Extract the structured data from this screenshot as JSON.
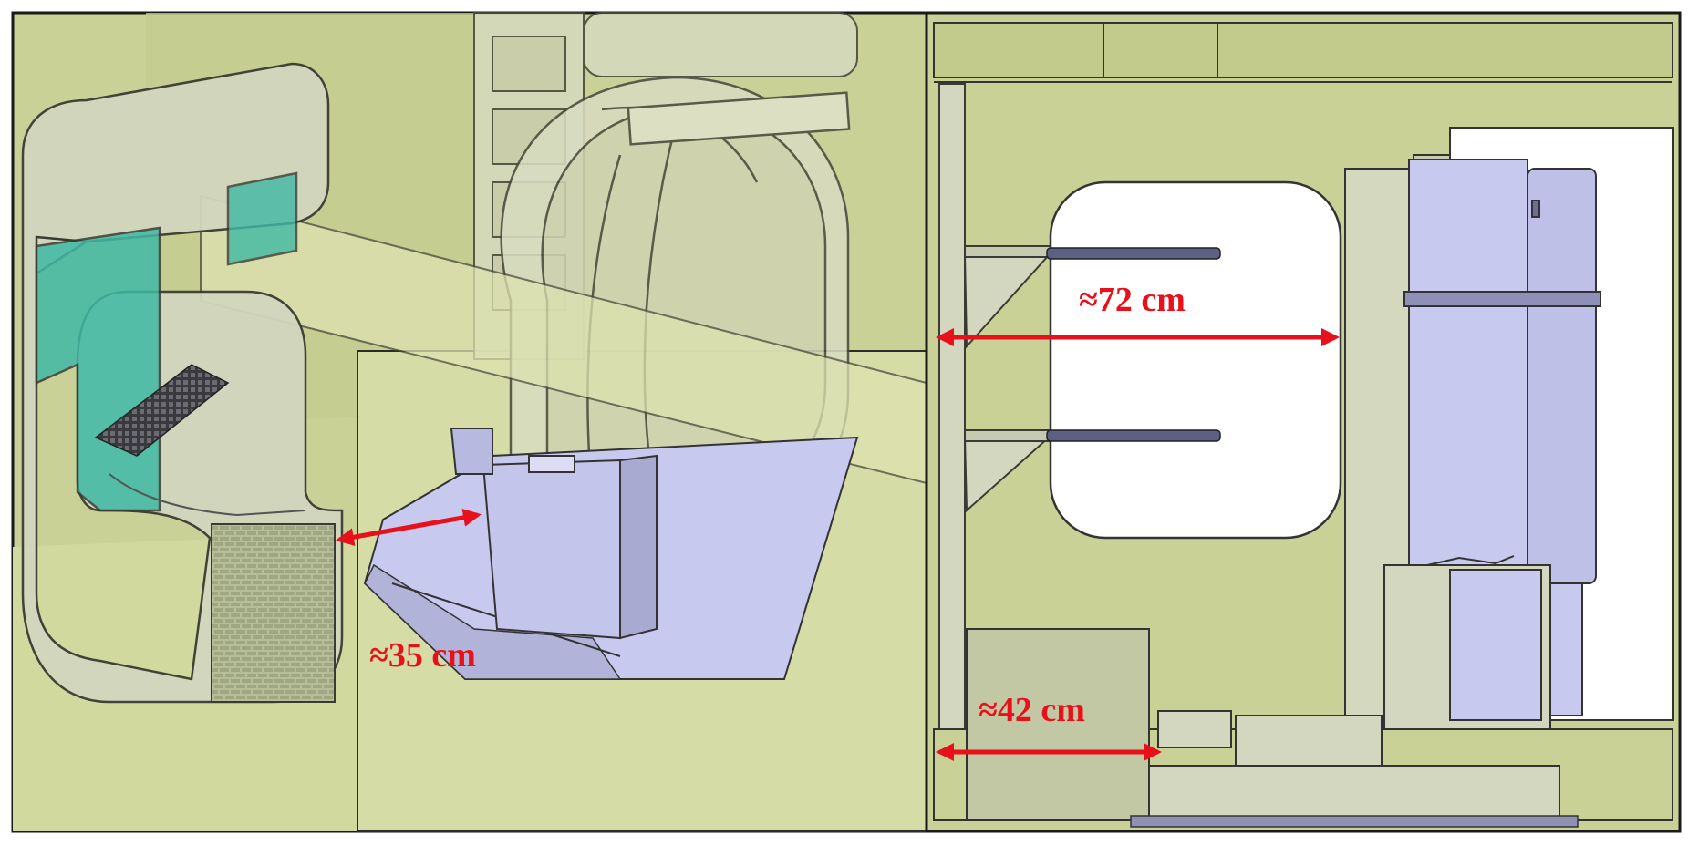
{
  "figure": {
    "left_panel": {
      "dimension_label": "≈35 cm"
    },
    "right_panel": {
      "top_dimension_label": "≈72 cm",
      "bottom_dimension_label": "≈42 cm"
    }
  },
  "colors": {
    "wall_olive": "#c9d197",
    "wall_olive_dark": "#b7c07d",
    "gantry_gray": "#d4d8be",
    "couch_lavender": "#c8c9ee",
    "screen_teal": "#3fb9a4",
    "dimension_arrow_red": "#e8101a",
    "outline": "#2b2b2b"
  }
}
